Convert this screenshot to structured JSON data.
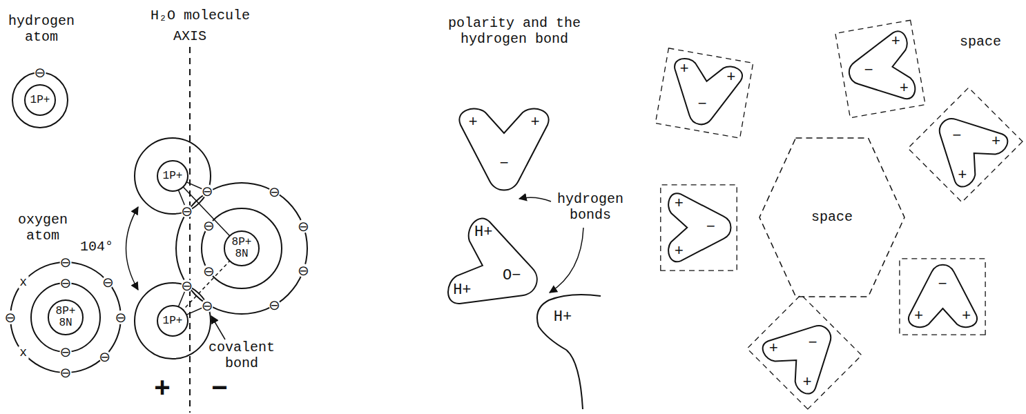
{
  "diagram": {
    "nodes": [
      {
        "text": [
          "1P+"
        ]
      },
      {
        "text": [
          "8P+ 8N"
        ]
      },
      {
        "text": [
          "1P+"
        ]
      },
      {
        "text": [
          "8P+ 8N"
        ]
      },
      {
        "text": [
          "1P+"
        ]
      },
      {
        "text": [
          "+",
          "+",
          "−"
        ]
      },
      {
        "text": [
          "H+",
          "H+",
          "O−"
        ]
      },
      {
        "text": [
          "H+"
        ]
      },
      {
        "text": [
          "space"
        ]
      },
      {
        "text": [
          "+",
          "−",
          "+"
        ]
      },
      {
        "text": [
          "+",
          "−",
          "+"
        ]
      },
      {
        "text": [
          "−",
          "+",
          "+"
        ]
      },
      {
        "text": [
          "+",
          "−",
          "+"
        ]
      },
      {
        "text": [
          "+",
          "−",
          "+"
        ]
      },
      {
        "text": [
          "−",
          "+",
          "+"
        ]
      }
    ],
    "labels": [
      "hydrogen atom",
      "oxygen atom",
      "H₂O molecule",
      "AXIS",
      "104°",
      "covalent bond",
      "+",
      "−",
      "polarity and the hydrogen bond",
      "hydrogen bonds",
      "space",
      "x",
      "x",
      "⊖",
      "⊖",
      "⊖",
      "⊖",
      "⊖",
      "⊖",
      "⊖",
      "⊖",
      "⊖",
      "⊖",
      "⊖",
      "⊖",
      "⊖",
      "⊖",
      "⊖",
      "⊖",
      "⊖",
      "⊖",
      "⊖"
    ]
  }
}
